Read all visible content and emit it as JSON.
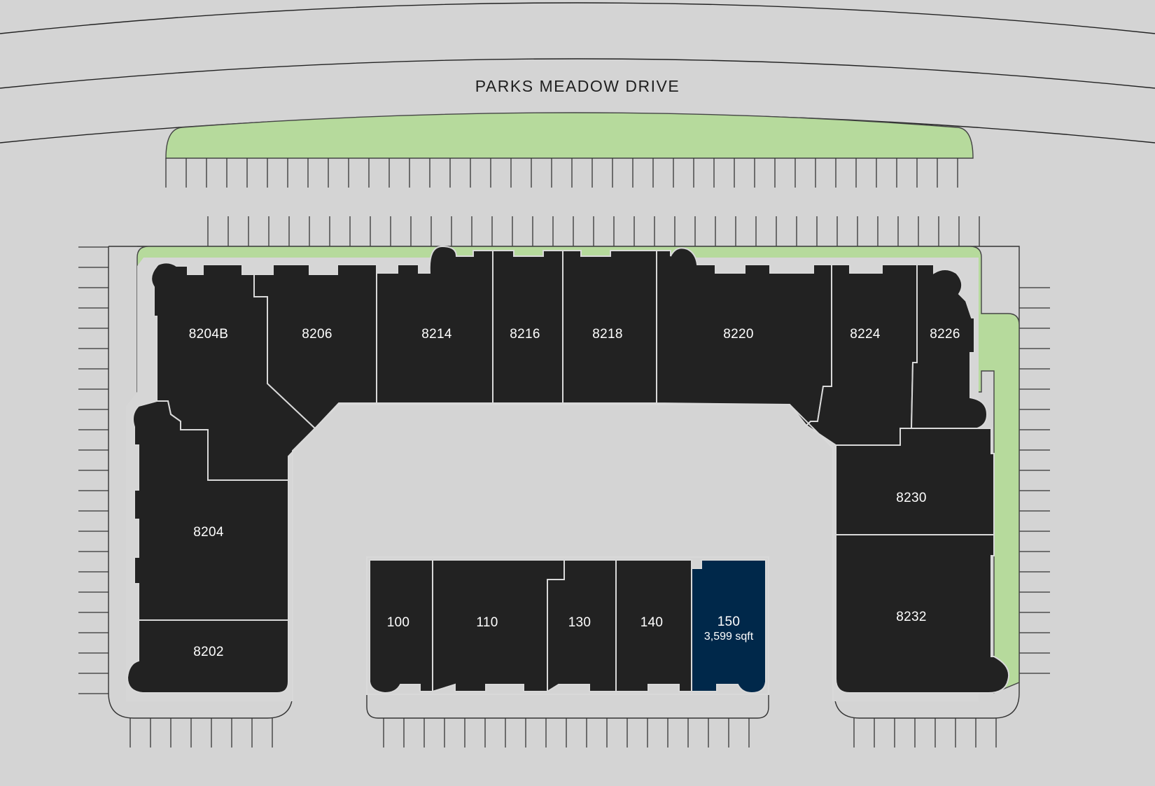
{
  "map": {
    "street_name": "PARKS MEADOW DRIVE",
    "colors": {
      "background": "#d4d4d4",
      "unit": "#222222",
      "selected_unit": "#00284a",
      "landscaping": "#b6da9c",
      "label": "#ffffff"
    },
    "selected_unit": "150",
    "units": [
      {
        "id": "8204B",
        "label": "8204B"
      },
      {
        "id": "8206",
        "label": "8206"
      },
      {
        "id": "8214",
        "label": "8214"
      },
      {
        "id": "8216",
        "label": "8216"
      },
      {
        "id": "8218",
        "label": "8218"
      },
      {
        "id": "8220",
        "label": "8220"
      },
      {
        "id": "8224",
        "label": "8224"
      },
      {
        "id": "8226",
        "label": "8226"
      },
      {
        "id": "8230",
        "label": "8230"
      },
      {
        "id": "8232",
        "label": "8232"
      },
      {
        "id": "8204",
        "label": "8204"
      },
      {
        "id": "8202",
        "label": "8202"
      },
      {
        "id": "100",
        "label": "100"
      },
      {
        "id": "110",
        "label": "110"
      },
      {
        "id": "130",
        "label": "130"
      },
      {
        "id": "140",
        "label": "140"
      },
      {
        "id": "150",
        "label": "150",
        "area": "3,599 sqft"
      }
    ]
  }
}
